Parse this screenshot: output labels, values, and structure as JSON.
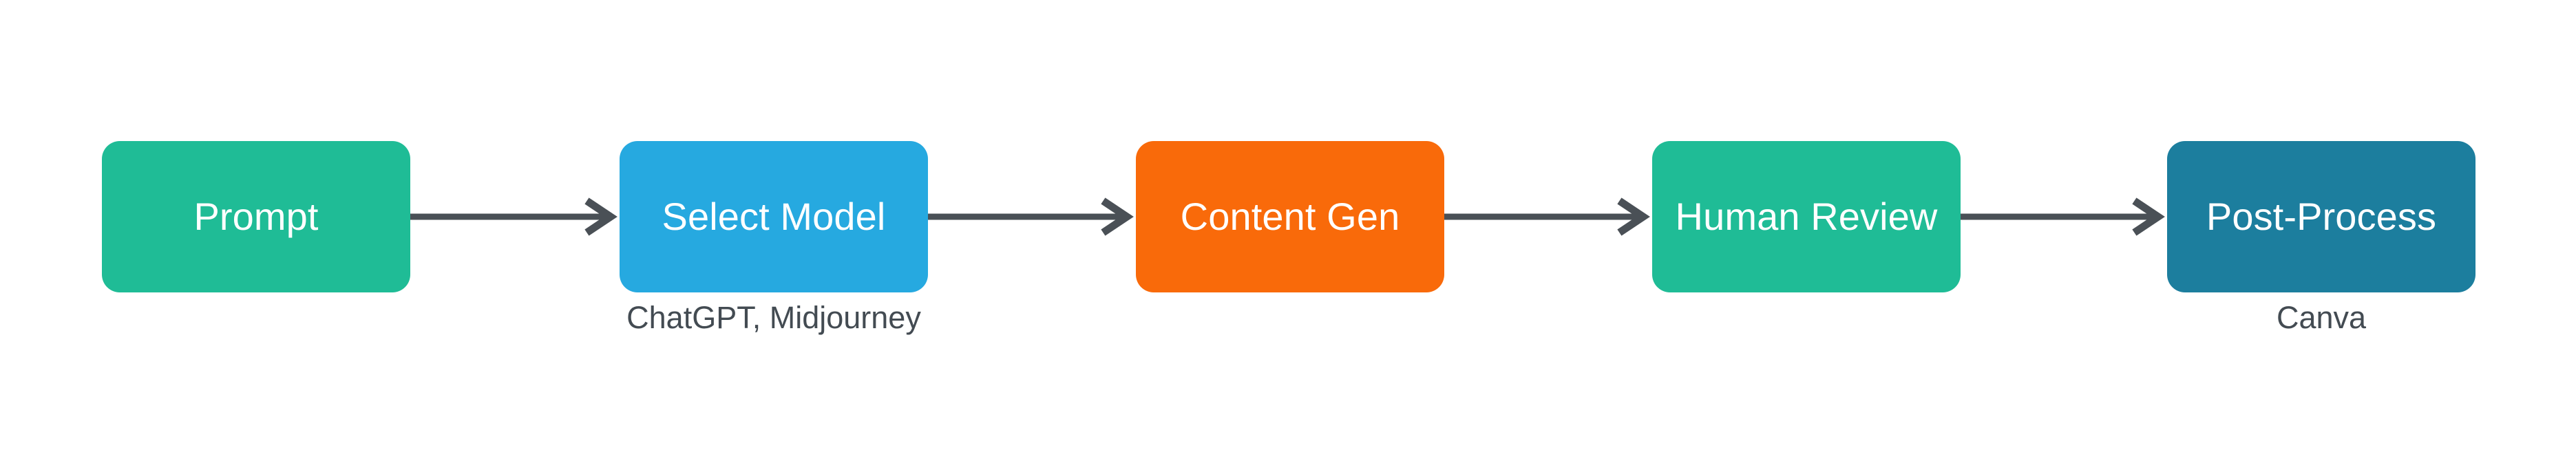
{
  "diagram": {
    "type": "flowchart",
    "orientation": "left-to-right",
    "background_color": "#ffffff",
    "connector_color": "#4A5056",
    "subtitle_color": "#434B52",
    "node_label_color": "#ffffff",
    "nodes": [
      {
        "id": "prompt",
        "label": "Prompt",
        "color": "#1FBC96",
        "subtitle": ""
      },
      {
        "id": "select-model",
        "label": "Select Model",
        "color": "#26A9E0",
        "subtitle": "ChatGPT, Midjourney"
      },
      {
        "id": "content-gen",
        "label": "Content Gen",
        "color": "#F96A0A",
        "subtitle": ""
      },
      {
        "id": "human-review",
        "label": "Human Review",
        "color": "#1FBC96",
        "subtitle": ""
      },
      {
        "id": "post-process",
        "label": "Post-Process",
        "color": "#1C7E9E",
        "subtitle": "Canva"
      }
    ],
    "edges": [
      {
        "from": "prompt",
        "to": "select-model",
        "label": ""
      },
      {
        "from": "select-model",
        "to": "content-gen",
        "label": ""
      },
      {
        "from": "content-gen",
        "to": "human-review",
        "label": ""
      },
      {
        "from": "human-review",
        "to": "post-process",
        "label": ""
      }
    ]
  }
}
